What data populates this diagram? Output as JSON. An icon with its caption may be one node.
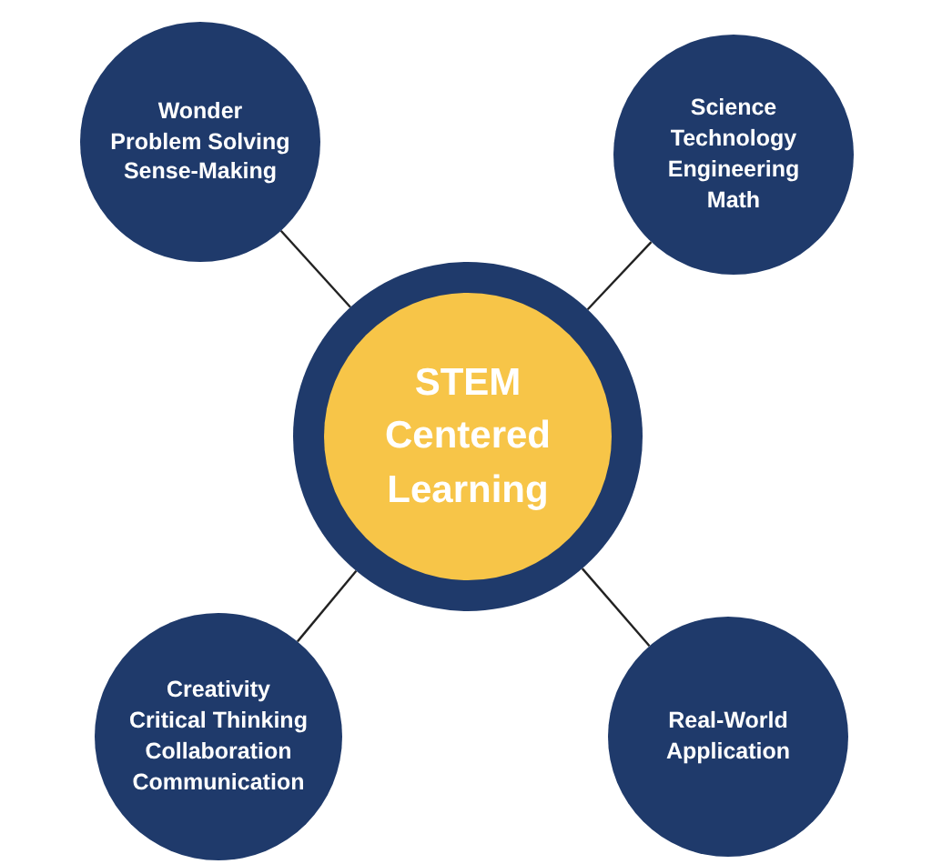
{
  "diagram": {
    "nodes": [
      {
        "text": [
          "STEM Centered Learning"
        ]
      },
      {
        "text": [
          "Wonder",
          "Problem Solving",
          "Sense-Making"
        ]
      },
      {
        "text": [
          "Science",
          "Technology",
          "Engineering",
          "Math"
        ]
      },
      {
        "text": [
          "Creativity",
          "Critical Thinking",
          "Collaboration",
          "Communication"
        ]
      },
      {
        "text": [
          "Real-World Application"
        ]
      }
    ],
    "edges": [
      {
        "from": 0,
        "to": 1,
        "arrow": "none"
      },
      {
        "from": 0,
        "to": 2,
        "arrow": "none"
      },
      {
        "from": 0,
        "to": 3,
        "arrow": "none"
      },
      {
        "from": 0,
        "to": 4,
        "arrow": "none"
      }
    ]
  }
}
